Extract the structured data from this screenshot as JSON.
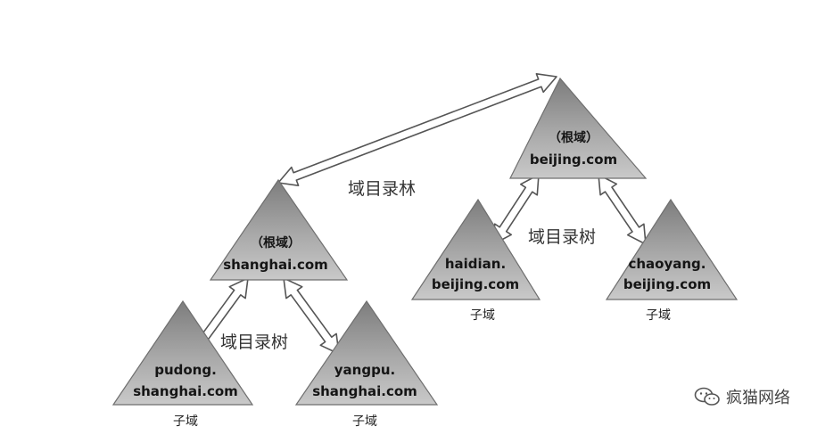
{
  "labels": {
    "forest": "域目录林",
    "tree_left": "域目录树",
    "tree_right": "域目录树"
  },
  "nodes": {
    "shanghai_root": {
      "tag": "（根域）",
      "name": "shanghai.com"
    },
    "beijing_root": {
      "tag": "（根域）",
      "name": "beijing.com"
    },
    "pudong": {
      "line1": "pudong.",
      "line2": "shanghai.com",
      "sub": "子域"
    },
    "yangpu": {
      "line1": "yangpu.",
      "line2": "shanghai.com",
      "sub": "子域"
    },
    "haidian": {
      "line1": "haidian.",
      "line2": "beijing.com",
      "sub": "子域"
    },
    "chaoyang": {
      "line1": "chaoyang.",
      "line2": "beijing.com",
      "sub": "子域"
    }
  },
  "watermark": {
    "text": "疯猫网络",
    "icon": "wechat-icon"
  }
}
